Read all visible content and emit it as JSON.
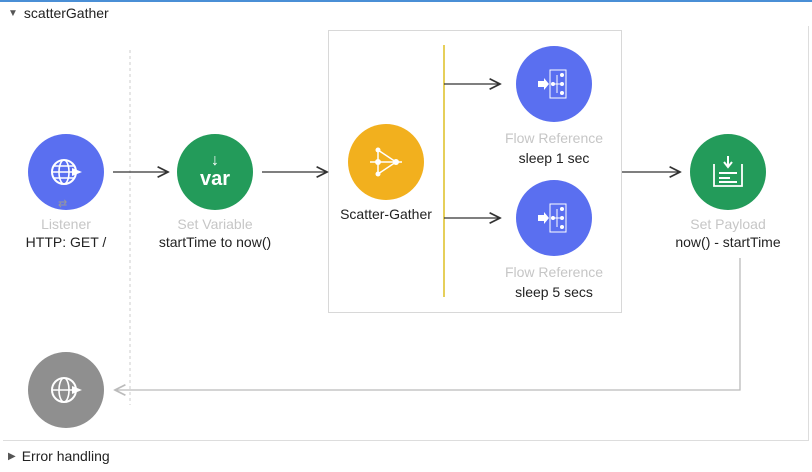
{
  "flow": {
    "name": "scatterGather",
    "error_handling": "Error handling"
  },
  "nodes": {
    "listener": {
      "type": "Listener",
      "name": "HTTP: GET /",
      "icon": "globe-icon",
      "color": "#5a6ff0"
    },
    "set_variable": {
      "type": "Set Variable",
      "name": "startTime to now()",
      "icon_text": "var",
      "color": "#239b5a"
    },
    "scatter_gather": {
      "name": "Scatter-Gather",
      "color": "#f2b01e"
    },
    "flow_ref_1": {
      "type": "Flow Reference",
      "name": "sleep 1 sec",
      "color": "#5a6ff0"
    },
    "flow_ref_2": {
      "type": "Flow Reference",
      "name": "sleep 5 secs",
      "color": "#5a6ff0"
    },
    "set_payload": {
      "type": "Set Payload",
      "name": "now() - startTime",
      "color": "#239b5a"
    },
    "error_source": {
      "icon": "globe-icon",
      "color": "#8f8f8f"
    }
  }
}
